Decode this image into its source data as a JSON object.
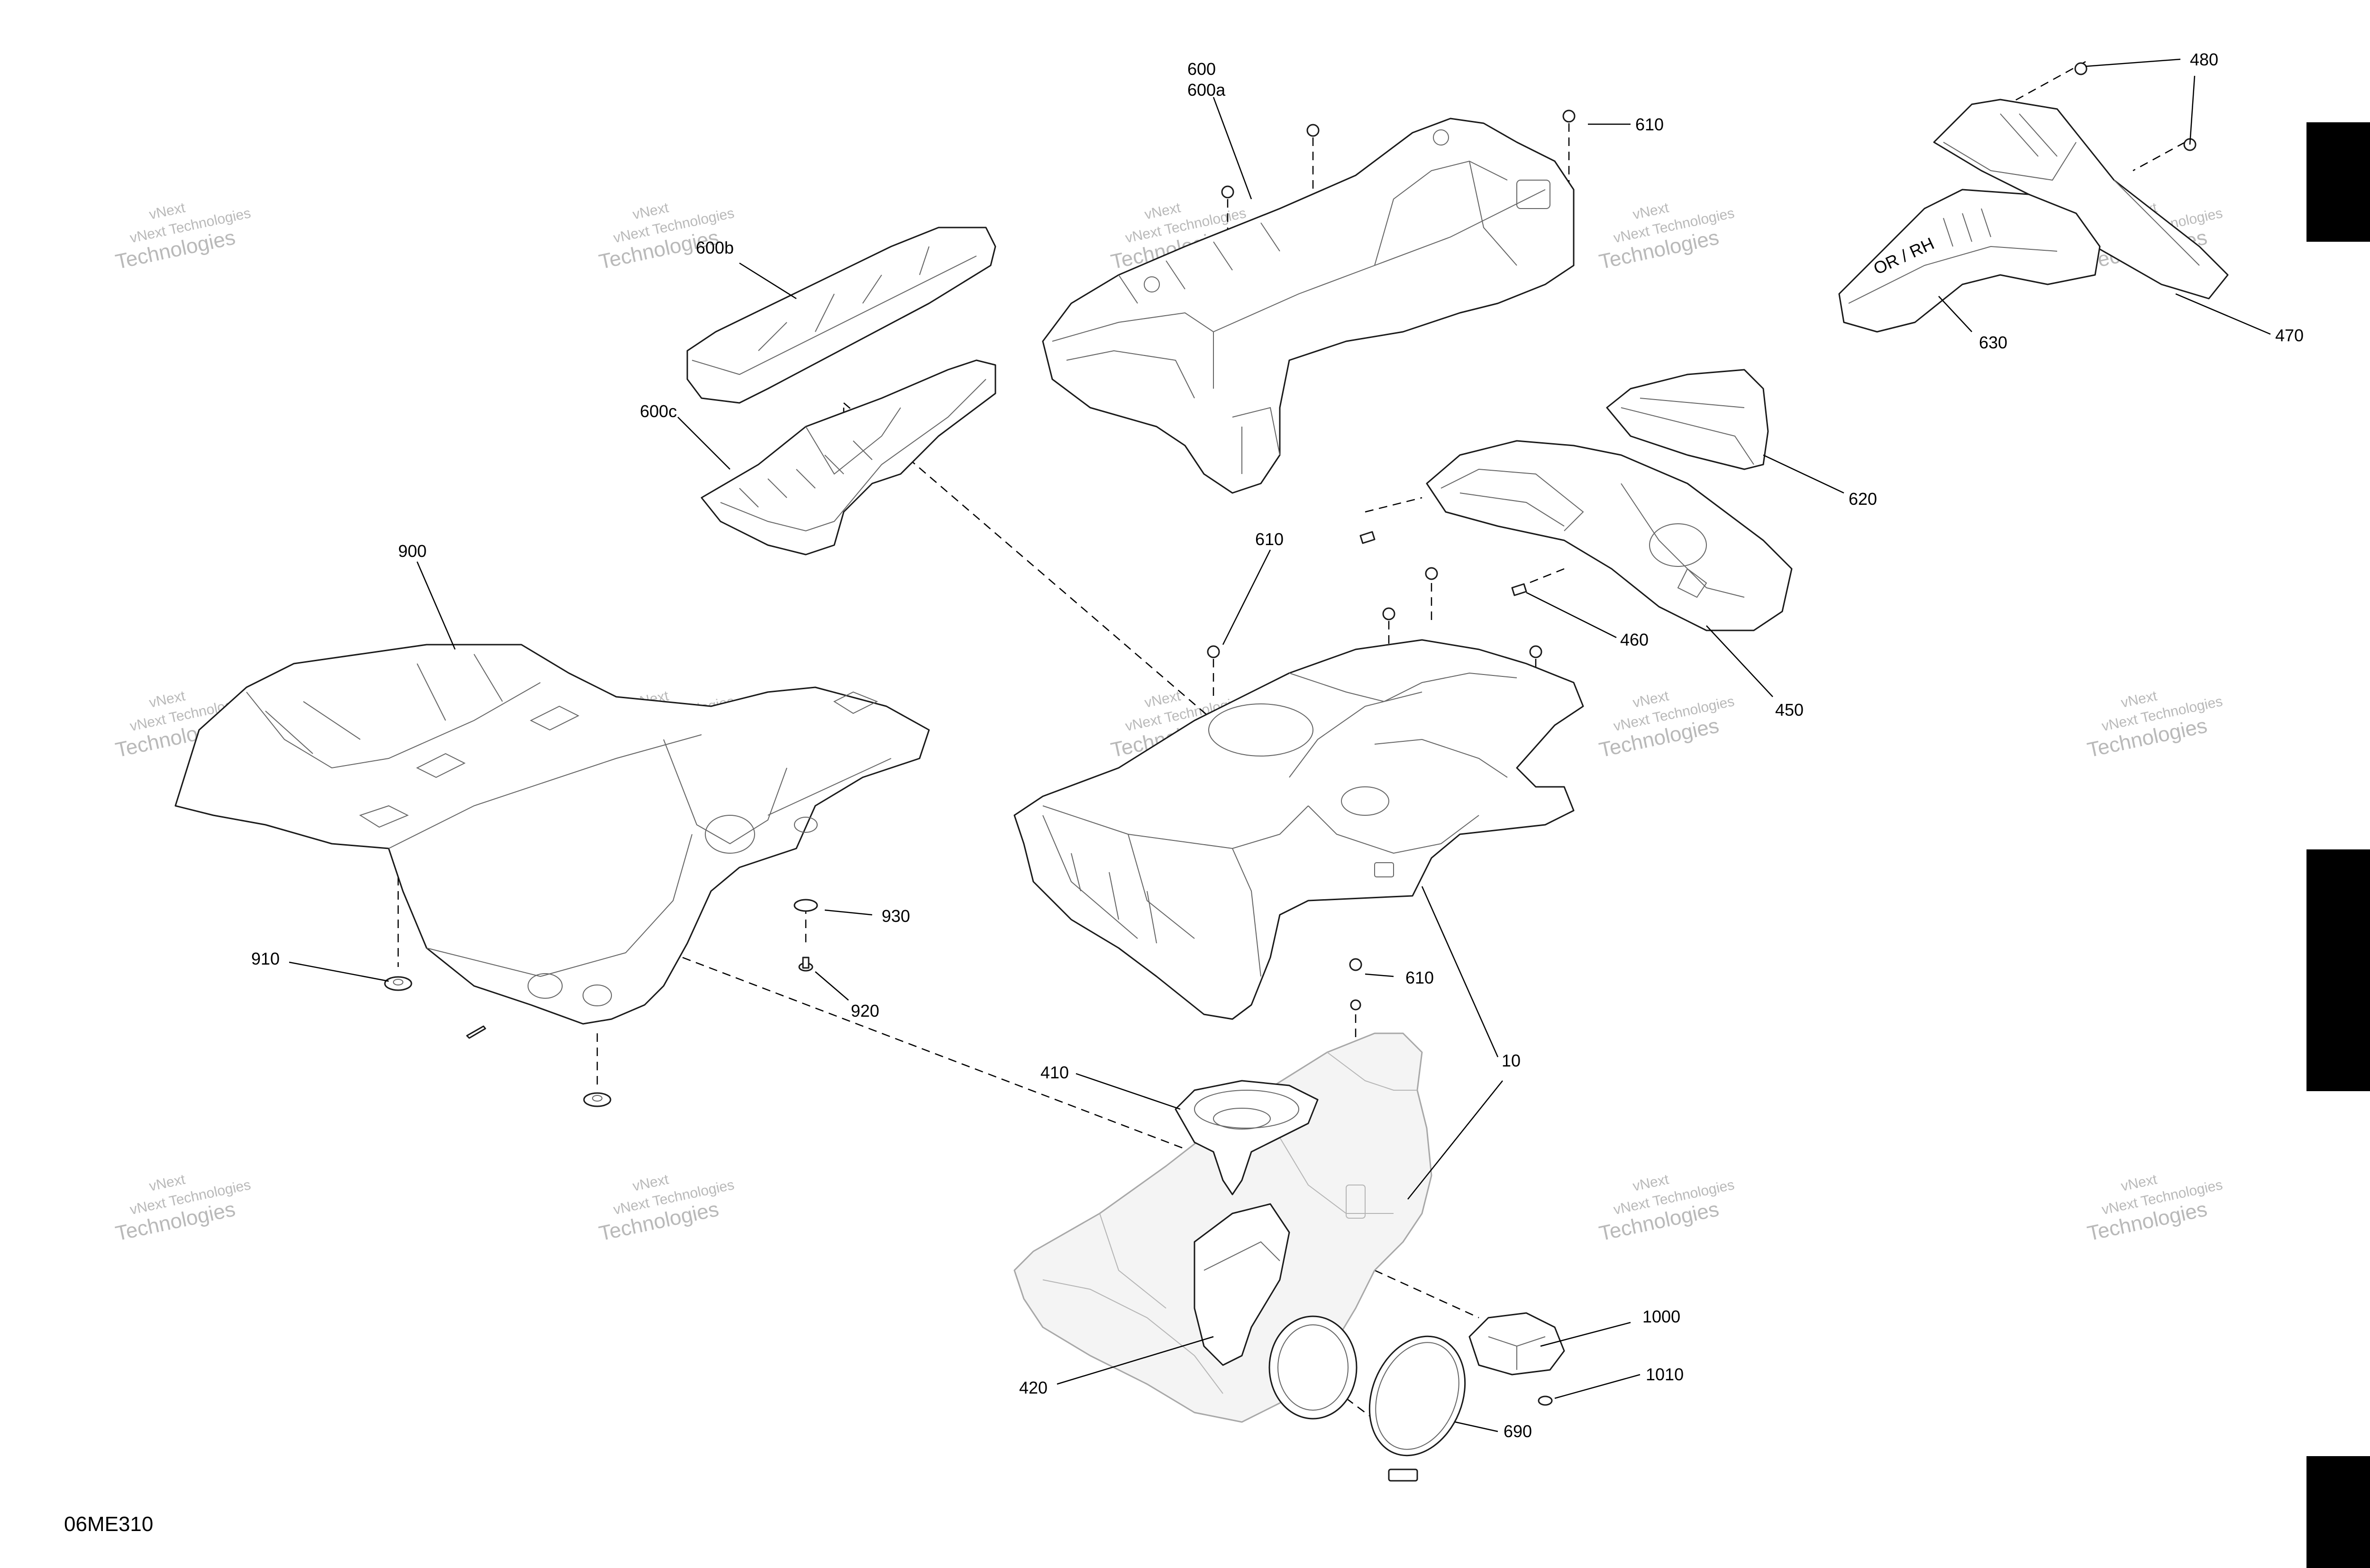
{
  "drawing_ref": "06ME310",
  "watermark": {
    "line1": "vNext Technologies",
    "line2": "vNext",
    "line3": "Technologies"
  },
  "callouts": [
    {
      "id": "c600",
      "label": "600"
    },
    {
      "id": "c600a",
      "label": "600a"
    },
    {
      "id": "c610a",
      "label": "610"
    },
    {
      "id": "c480",
      "label": "480"
    },
    {
      "id": "c600b",
      "label": "600b"
    },
    {
      "id": "c600c",
      "label": "600c"
    },
    {
      "id": "c630",
      "label": "630"
    },
    {
      "id": "c470",
      "label": "470"
    },
    {
      "id": "c620",
      "label": "620"
    },
    {
      "id": "c900",
      "label": "900"
    },
    {
      "id": "c610b",
      "label": "610"
    },
    {
      "id": "c460",
      "label": "460"
    },
    {
      "id": "c450",
      "label": "450"
    },
    {
      "id": "c930",
      "label": "930"
    },
    {
      "id": "c910",
      "label": "910"
    },
    {
      "id": "c920",
      "label": "920"
    },
    {
      "id": "c610c",
      "label": "610"
    },
    {
      "id": "c10",
      "label": "10"
    },
    {
      "id": "c410",
      "label": "410"
    },
    {
      "id": "c1000",
      "label": "1000"
    },
    {
      "id": "c1010",
      "label": "1010"
    },
    {
      "id": "c420",
      "label": "420"
    },
    {
      "id": "c690",
      "label": "690"
    }
  ],
  "part_marking": "OR / RH",
  "colors": {
    "line": "#1a1a1a",
    "watermark": "#b9b9b9",
    "tab": "#000000"
  }
}
